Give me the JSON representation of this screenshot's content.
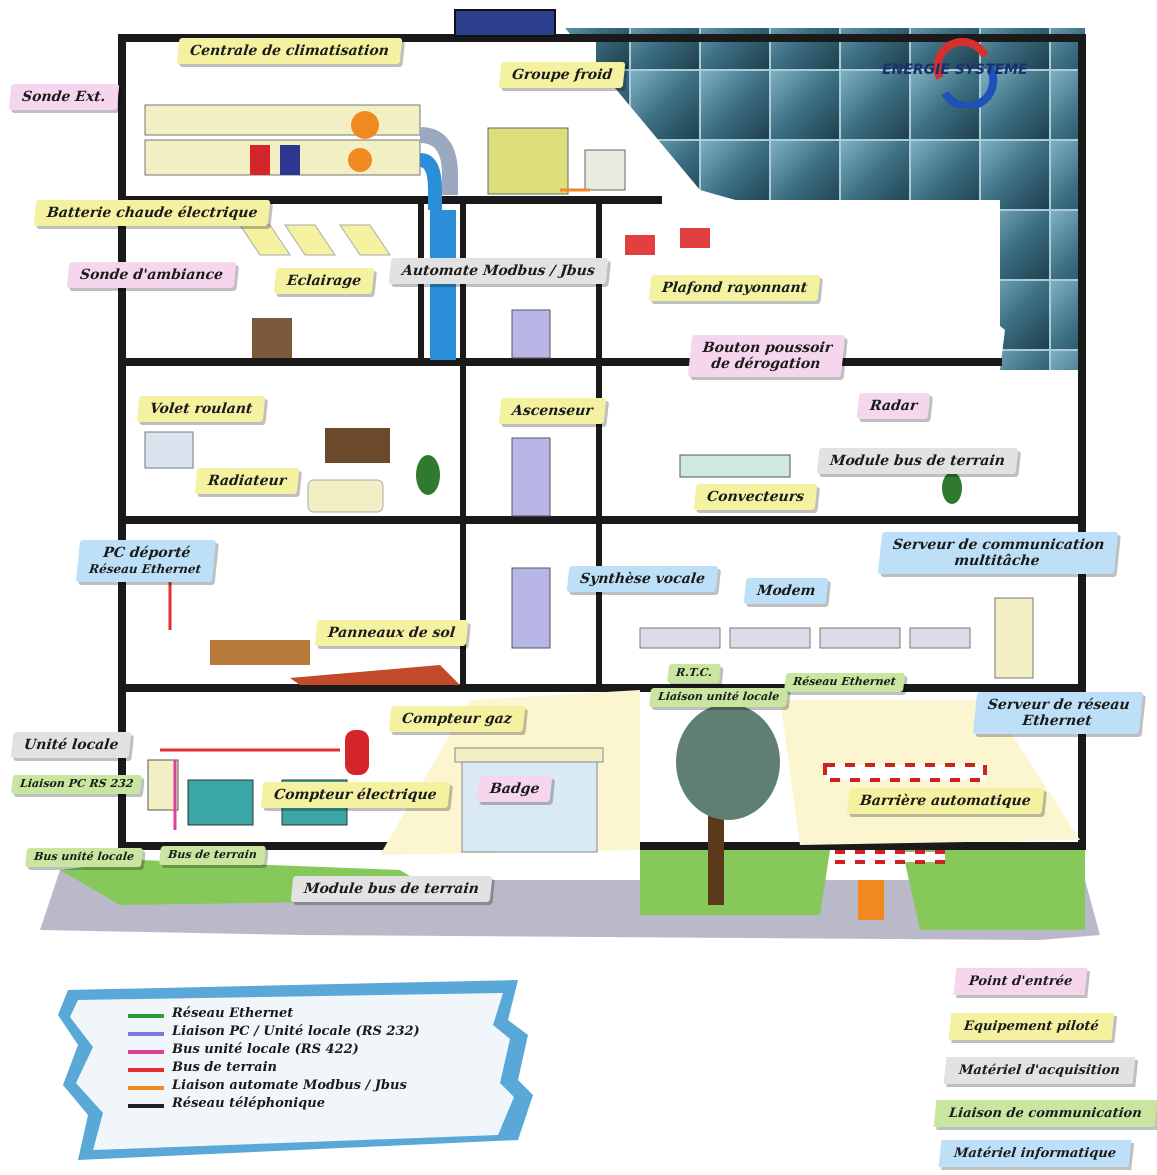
{
  "brand": {
    "name": "ENERGIE SYSTEME"
  },
  "labels": {
    "centrale": "Centrale de climatisation",
    "groupe_froid": "Groupe froid",
    "sonde_ext": "Sonde Ext.",
    "batterie": "Batterie chaude électrique",
    "sonde_ambiance": "Sonde d'ambiance",
    "eclairage": "Eclairage",
    "automate": "Automate Modbus / Jbus",
    "plafond": "Plafond rayonnant",
    "bouton_1": "Bouton poussoir",
    "bouton_2": "de dérogation",
    "radar": "Radar",
    "volet": "Volet roulant",
    "ascenseur": "Ascenseur",
    "radiateur": "Radiateur",
    "module_bus_1": "Module bus de terrain",
    "convecteurs": "Convecteurs",
    "pc_1": "PC déporté",
    "pc_2": "Réseau Ethernet",
    "serveur_comm_1": "Serveur de communication",
    "serveur_comm_2": "multitâche",
    "synthese": "Synthèse vocale",
    "modem": "Modem",
    "panneaux": "Panneaux de sol",
    "rtc": "R.T.C.",
    "reseau_eth_small": "Réseau Ethernet",
    "liaison_unite": "Liaison unité locale",
    "serveur_reseau_1": "Serveur de réseau",
    "serveur_reseau_2": "Ethernet",
    "unite_locale": "Unité locale",
    "compteur_gaz": "Compteur gaz",
    "liaison_pc": "Liaison PC RS 232",
    "compteur_elec": "Compteur électrique",
    "badge": "Badge",
    "barriere": "Barrière automatique",
    "bus_unite": "Bus unité locale",
    "bus_terrain": "Bus de terrain",
    "module_bus_2": "Module bus de terrain"
  },
  "legend": [
    {
      "label": "Réseau Ethernet",
      "color": "#2f9a3a"
    },
    {
      "label": "Liaison PC / Unité locale (RS 232)",
      "color": "#7a7ad8"
    },
    {
      "label": "Bus unité locale (RS 422)",
      "color": "#e0409a"
    },
    {
      "label": "Bus de terrain",
      "color": "#e03030"
    },
    {
      "label": "Liaison automate Modbus / Jbus",
      "color": "#f08a20"
    },
    {
      "label": "Réseau téléphonique",
      "color": "#222222"
    }
  ],
  "categories": [
    {
      "label": "Point d'entrée",
      "color": "#f6d6ec"
    },
    {
      "label": "Equipement piloté",
      "color": "#f4f1a0"
    },
    {
      "label": "Matériel d'acquisition",
      "color": "#e2e2e2"
    },
    {
      "label": "Liaison de communication",
      "color": "#c9e6a0"
    },
    {
      "label": "Matériel informatique",
      "color": "#bde0f8"
    }
  ]
}
